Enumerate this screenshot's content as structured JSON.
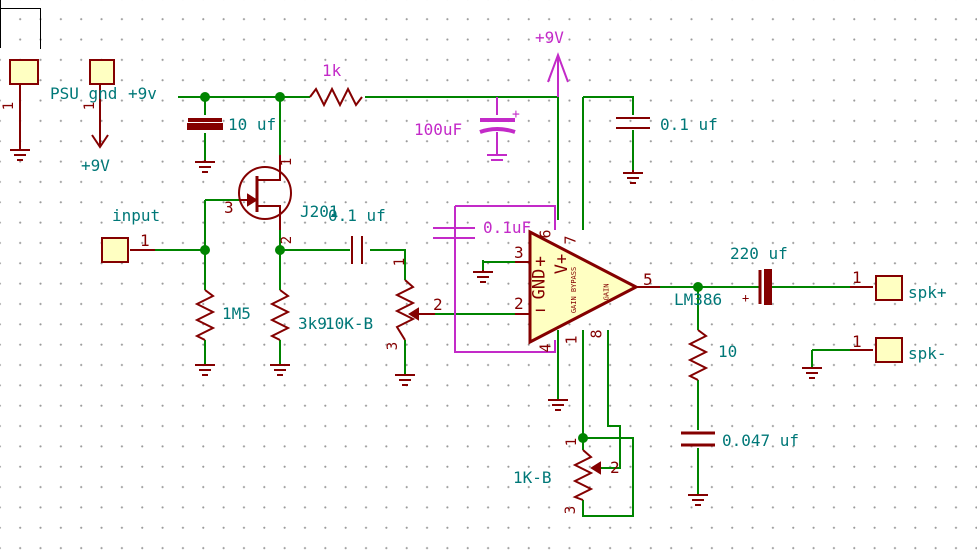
{
  "schematic": {
    "connectors": {
      "psu_gnd": {
        "label": "PSU gnd",
        "pin": "1"
      },
      "psu_9v": {
        "label": "+9v",
        "pin": "1"
      },
      "input": {
        "label": "input",
        "pin": "1"
      },
      "spk_plus": {
        "label": "spk+",
        "pin": "1"
      },
      "spk_minus": {
        "label": "spk-",
        "pin": "1"
      }
    },
    "power": {
      "rail_left": "+9V",
      "rail_top": "+9V"
    },
    "components": {
      "c_10uf": "10  uf",
      "r_1k": "1k",
      "c_100uf": "100uF",
      "c_01uf_top": "0.1 uf",
      "jfet": {
        "name": "J201",
        "pin_d": "1",
        "pin_g": "3",
        "pin_s": "2"
      },
      "r_1m5": "1M5",
      "r_3k9": "3k9",
      "c_01uf_mid": "0.1 uf",
      "pot_10k": {
        "name": "10K-B",
        "pin1": "1",
        "pin2": "2",
        "pin3": "3"
      },
      "c_01uf_bypass": "0.1uF",
      "lm386": {
        "name": "LM386",
        "gnd_label": "GND",
        "vplus_label": "V+",
        "bypass_label": "GAIN BYPASS",
        "gain_label": "GAIN",
        "plus_sign": "+",
        "minus_sign": "−",
        "pins": {
          "p1": "1",
          "p2": "2",
          "p3": "3",
          "p4": "4",
          "p5": "5",
          "p6": "6",
          "p7": "7",
          "p8": "8"
        }
      },
      "c_220uf": "220 uf",
      "c_220uf_plus": "+",
      "c_100uf_plus": "+",
      "r_10": "10",
      "c_0047": "0.047 uf",
      "pot_1k": {
        "name": "1K-B",
        "pin1": "1",
        "pin2": "2",
        "pin3": "3"
      }
    },
    "colors": {
      "wire": "#008400",
      "component": "#840000",
      "text_teal": "#007878",
      "magenta": "#c32ac8",
      "connector_fill": "#ffffc2",
      "grid_dot": "#9a9a9a"
    }
  }
}
